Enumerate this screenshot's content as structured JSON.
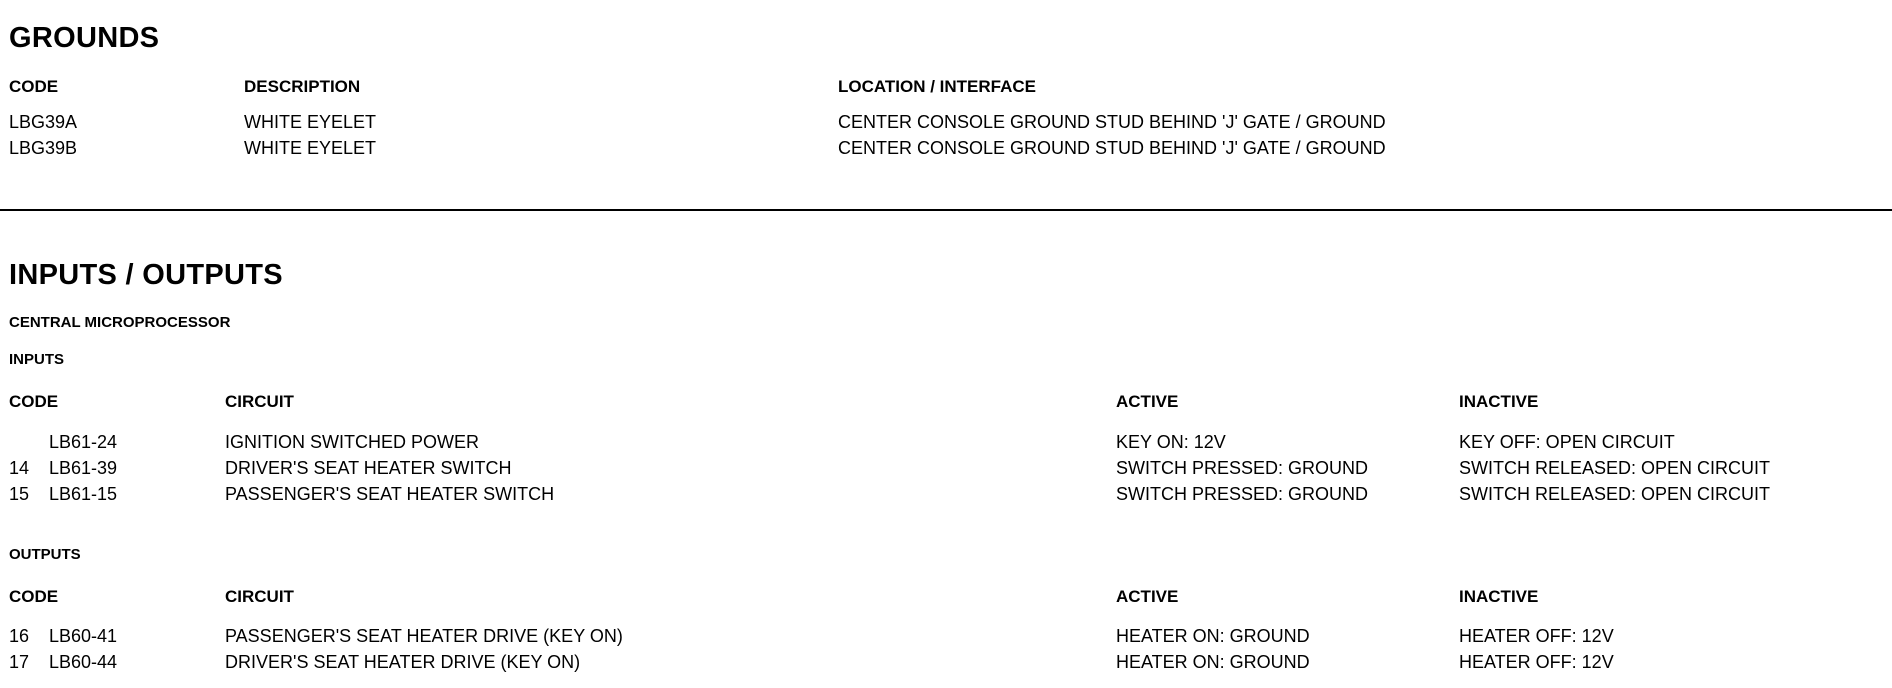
{
  "grounds": {
    "title": "GROUNDS",
    "headers": {
      "code": "CODE",
      "description": "DESCRIPTION",
      "location": "LOCATION / INTERFACE"
    },
    "rows": [
      {
        "code": "LBG39A",
        "description": "WHITE EYELET",
        "location": "CENTER CONSOLE GROUND STUD BEHIND 'J' GATE / GROUND"
      },
      {
        "code": "LBG39B",
        "description": "WHITE EYELET",
        "location": "CENTER CONSOLE GROUND STUD BEHIND 'J' GATE / GROUND"
      }
    ]
  },
  "io": {
    "title": "INPUTS / OUTPUTS",
    "subtitle": "CENTRAL MICROPROCESSOR",
    "inputs": {
      "label": "INPUTS",
      "headers": {
        "code": "CODE",
        "circuit": "CIRCUIT",
        "active": "ACTIVE",
        "inactive": "INACTIVE"
      },
      "rows": [
        {
          "num": "",
          "code": "LB61-24",
          "circuit": "IGNITION SWITCHED POWER",
          "active": "KEY ON: 12V",
          "inactive": "KEY OFF: OPEN CIRCUIT"
        },
        {
          "num": "14",
          "code": "LB61-39",
          "circuit": "DRIVER'S SEAT HEATER SWITCH",
          "active": "SWITCH PRESSED: GROUND",
          "inactive": "SWITCH RELEASED: OPEN CIRCUIT"
        },
        {
          "num": "15",
          "code": "LB61-15",
          "circuit": "PASSENGER'S SEAT HEATER SWITCH",
          "active": "SWITCH PRESSED: GROUND",
          "inactive": "SWITCH RELEASED: OPEN CIRCUIT"
        }
      ]
    },
    "outputs": {
      "label": "OUTPUTS",
      "headers": {
        "code": "CODE",
        "circuit": "CIRCUIT",
        "active": "ACTIVE",
        "inactive": "INACTIVE"
      },
      "rows": [
        {
          "num": "16",
          "code": "LB60-41",
          "circuit": "PASSENGER'S SEAT HEATER DRIVE (KEY ON)",
          "active": "HEATER ON: GROUND",
          "inactive": "HEATER OFF: 12V"
        },
        {
          "num": "17",
          "code": "LB60-44",
          "circuit": "DRIVER'S SEAT HEATER DRIVE (KEY ON)",
          "active": "HEATER ON: GROUND",
          "inactive": "HEATER OFF: 12V"
        }
      ]
    }
  }
}
